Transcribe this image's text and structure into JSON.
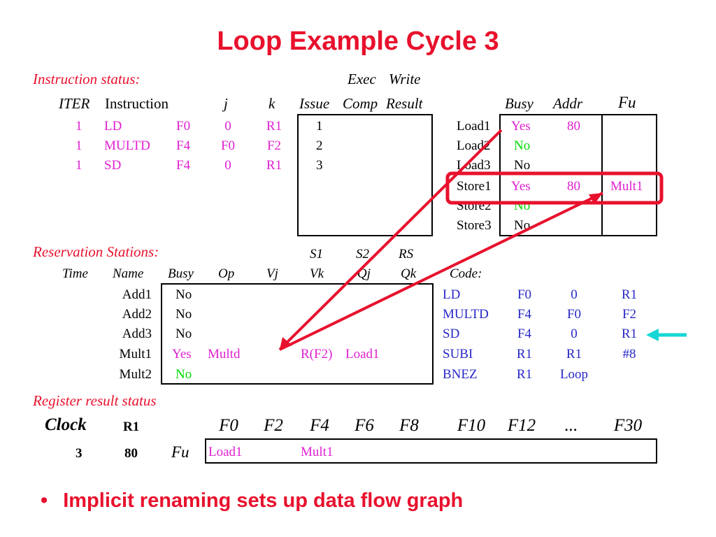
{
  "title": "Loop Example Cycle 3",
  "instruction_status": {
    "label": "Instruction status:",
    "exec_header": "Exec",
    "write_header": "Write",
    "col_headers": {
      "iter": "ITER",
      "instruction": "Instruction",
      "j": "j",
      "k": "k",
      "issue": "Issue",
      "comp": "Comp",
      "result": "Result"
    },
    "rows": [
      {
        "iter": "1",
        "op": "LD",
        "dest": "F0",
        "j": "0",
        "k": "R1",
        "issue": "1"
      },
      {
        "iter": "1",
        "op": "MULTD",
        "dest": "F4",
        "j": "F0",
        "k": "F2",
        "issue": "2"
      },
      {
        "iter": "1",
        "op": "SD",
        "dest": "F4",
        "j": "0",
        "k": "R1",
        "issue": "3"
      }
    ]
  },
  "load_store_buffers": {
    "col_headers": {
      "busy": "Busy",
      "addr": "Addr",
      "fu": "Fu"
    },
    "rows": [
      {
        "name": "Load1",
        "busy": "Yes",
        "addr": "80",
        "fu": ""
      },
      {
        "name": "Load2",
        "busy": "No",
        "addr": "",
        "fu": ""
      },
      {
        "name": "Load3",
        "busy": "No",
        "addr": "",
        "fu": ""
      },
      {
        "name": "Store1",
        "busy": "Yes",
        "addr": "80",
        "fu": "Mult1"
      },
      {
        "name": "Store2",
        "busy": "No",
        "addr": "",
        "fu": ""
      },
      {
        "name": "Store3",
        "busy": "No",
        "addr": "",
        "fu": ""
      }
    ]
  },
  "reservation_stations": {
    "label": "Reservation Stations:",
    "group_headers": {
      "s1": "S1",
      "s2": "S2",
      "rs": "RS"
    },
    "col_headers": {
      "time": "Time",
      "name": "Name",
      "busy": "Busy",
      "op": "Op",
      "vj": "Vj",
      "vk": "Vk",
      "qj": "Qj",
      "qk": "Qk",
      "code": "Code:"
    },
    "rows": [
      {
        "name": "Add1",
        "busy": "No",
        "op": "",
        "vk": "",
        "qj": ""
      },
      {
        "name": "Add2",
        "busy": "No",
        "op": "",
        "vk": "",
        "qj": ""
      },
      {
        "name": "Add3",
        "busy": "No",
        "op": "",
        "vk": "",
        "qj": ""
      },
      {
        "name": "Mult1",
        "busy": "Yes",
        "op": "Multd",
        "vk": "R(F2)",
        "qj": "Load1"
      },
      {
        "name": "Mult2",
        "busy": "No",
        "op": "",
        "vk": "",
        "qj": ""
      }
    ]
  },
  "code": [
    {
      "op": "LD",
      "a": "F0",
      "b": "0",
      "c": "R1"
    },
    {
      "op": "MULTD",
      "a": "F4",
      "b": "F0",
      "c": "F2"
    },
    {
      "op": "SD",
      "a": "F4",
      "b": "0",
      "c": "R1"
    },
    {
      "op": "SUBI",
      "a": "R1",
      "b": "R1",
      "c": "#8"
    },
    {
      "op": "BNEZ",
      "a": "R1",
      "b": "Loop",
      "c": ""
    }
  ],
  "register_status": {
    "label": "Register result status",
    "clock_label": "Clock",
    "r1_label": "R1",
    "clock_value": "3",
    "r1_value": "80",
    "fu_label": "Fu",
    "registers": [
      "F0",
      "F2",
      "F4",
      "F6",
      "F8",
      "F10",
      "F12",
      "...",
      "F30"
    ],
    "fu_values": [
      "Load1",
      "",
      "Mult1",
      "",
      "",
      "",
      "",
      "",
      ""
    ]
  },
  "bullet": "Implicit renaming sets up data flow graph",
  "colors": {
    "title": "#e8112d",
    "magenta": "#e020d0",
    "green": "#00dd00",
    "blue": "#2828c8",
    "arrow": "#e8112d",
    "pointer": "#19d6d6"
  }
}
